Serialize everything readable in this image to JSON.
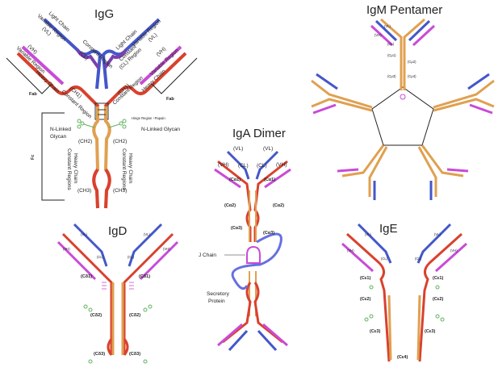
{
  "colors": {
    "heavy_chain": "#d9412e",
    "light_chain_blue": "#4457c9",
    "light_chain_magenta": "#c94bd6",
    "hinge_orange": "#e0a050",
    "glycan_green": "#5fb35f",
    "outline": "#333333"
  },
  "igg": {
    "title": "IgG",
    "light_chain_left": "Light Chain",
    "variable_region_left": "Variable Region",
    "vl_left": "(VL)",
    "constant_region_left": "Constant Region",
    "cl_left": "(CL)",
    "vh_left": "(VH)",
    "variable_region_left2": "Variable Region",
    "heavy_chain_left": "Heavy Chain",
    "ch1_left": "(CH1)",
    "constant_region_left2": "Constant Region",
    "fab_left": "Fab",
    "light_chain_right": "Light Chain",
    "variable_region_right": "Variable Region",
    "vl_right": "(VL)",
    "constant_right": "Constant",
    "cl_region_right": "(CL) Region",
    "vh_right": "(VH)",
    "variable_region_right2": "Variable Region",
    "heavy_chain_right": "Heavy Chain",
    "ch1_right": "(CH1)",
    "constant_region_right2": "Constant Region",
    "fab_right": "Fab",
    "hinge": "Hinge Region ↑Papain",
    "n_linked_left": "N-Linked",
    "glycan_left": "Glycan",
    "n_linked_right": "N-Linked Glycan",
    "ch2_left": "(CH2)",
    "ch2_right": "(CH2)",
    "heavy_chain_constant_left": "Heavy Chain",
    "heavy_chain_constant_left2": "Constant Regions",
    "heavy_chain_constant_right": "Heavy Chain",
    "heavy_chain_constant_right2": "Constant Regions",
    "ch3_left": "(CH3)",
    "ch3_right": "(CH3)",
    "fc": "Fc"
  },
  "igm": {
    "title": "IgM Pentamer",
    "vl": "(VL)",
    "vh": "(VH)",
    "cl": "(CL)",
    "cm1": "(Cμ1)",
    "cm2": "(Cμ2)",
    "cm3": "(Cμ3)",
    "cm4": "(Cμ4)"
  },
  "iga": {
    "title": "IgA Dimer",
    "vl_left": "(VL)",
    "vl_right": "(VL)",
    "vh_left": "(VH)",
    "vh_right": "(VH)",
    "cl_left": "(CL)",
    "cl_right": "(CL)",
    "ca1_left": "(Cα1)",
    "ca1_right": "(Cα1)",
    "ca2_left": "(Cα2)",
    "ca2_right": "(Cα2)",
    "ca3_left": "(Cα3)",
    "ca3_right": "(Cα3)",
    "j_chain": "J Chain",
    "secretory": "Secretory",
    "protein": "Protein"
  },
  "igd": {
    "title": "IgD",
    "vl_left": "(VL)",
    "vl_right": "(VL)",
    "vh_left": "(VH)",
    "vh_right": "(VH)",
    "cl_left": "(CL)",
    "cl_right": "(CL)",
    "cd1_left": "(Cδ1)",
    "cd1_right": "(Cδ1)",
    "cd2_left": "(Cδ2)",
    "cd2_right": "(Cδ2)",
    "cd3_left": "(Cδ3)",
    "cd3_right": "(Cδ3)"
  },
  "ige": {
    "title": "IgE",
    "vl_left": "(VL)",
    "vl_right": "(VL)",
    "vh_left": "(VH)",
    "vh_right": "(VH)",
    "cl_left": "(CL)",
    "cl_right": "(CL)",
    "ce1_left": "(Cε1)",
    "ce1_right": "(Cε1)",
    "ce2_left": "(Cε2)",
    "ce2_right": "(Cε2)",
    "ce3_left": "(Cε3)",
    "ce3_right": "(Cε3)",
    "ce4": "(Cε4)"
  }
}
